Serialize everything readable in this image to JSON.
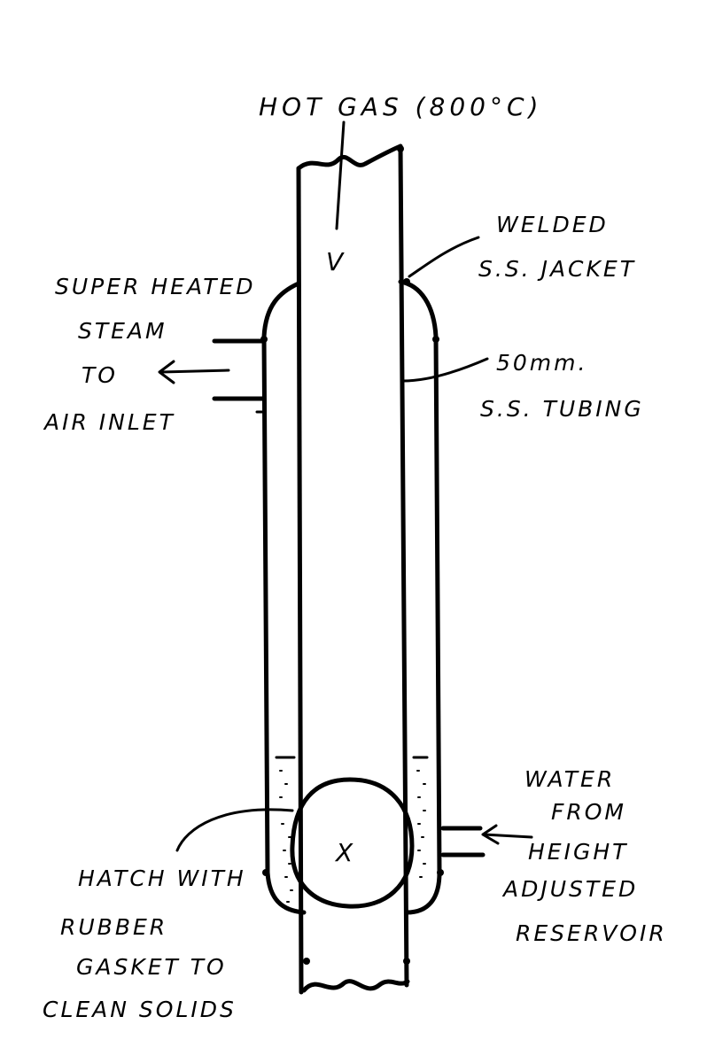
{
  "labels": {
    "hot_gas": "HOT GAS (800°C)",
    "welded": "WELDED",
    "ss_jacket": "S.S. JACKET",
    "super_heated": "SUPER HEATED",
    "steam": "STEAM",
    "to": "TO",
    "air_inlet": "AIR INLET",
    "tubing_size": "50mm.",
    "ss_tubing": "S.S. TUBING",
    "water": "WATER",
    "from": "FROM",
    "height": "HEIGHT",
    "adjusted": "ADJUSTED",
    "reservoir": "RESERVOIR",
    "hatch_with": "HATCH WITH",
    "rubber": "RUBBER",
    "gasket_to": "GASKET TO",
    "clean_solids": "CLEAN SOLIDS",
    "flow_mark": "V",
    "hatch_mark": "X"
  }
}
